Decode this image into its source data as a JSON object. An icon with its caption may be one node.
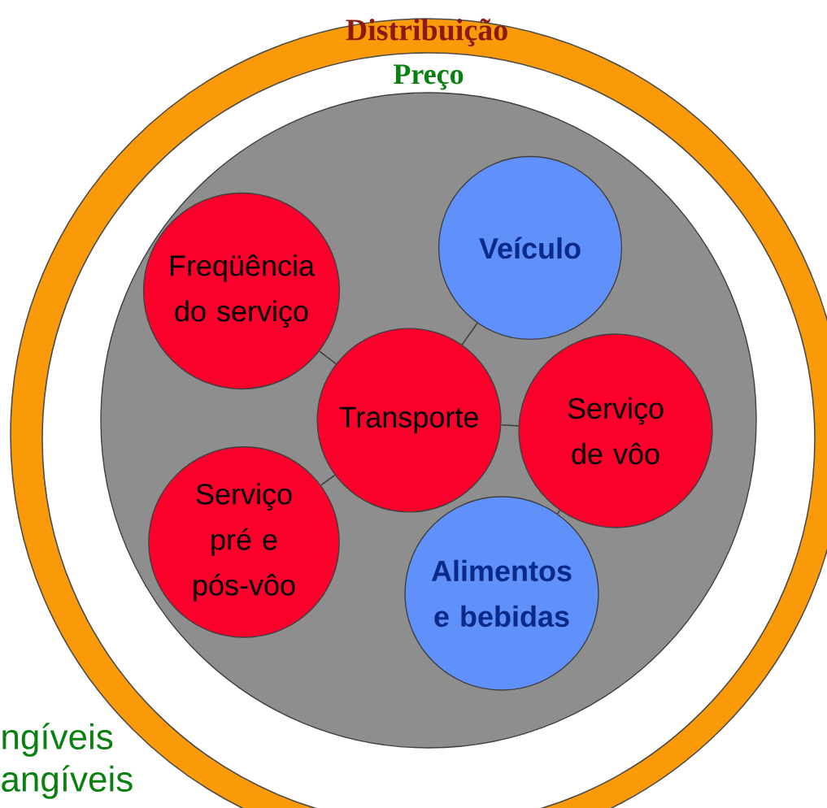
{
  "diagram": {
    "nodes": [
      {
        "text": [
          "Distribuição"
        ]
      },
      {
        "text": [
          "Preço"
        ],
        "in": 0
      },
      {
        "text": [],
        "shape": "circle",
        "in": 1
      },
      {
        "text": [
          "Freqüência do serviço"
        ],
        "in": 2
      },
      {
        "text": [
          "Veículo"
        ],
        "in": 2
      },
      {
        "text": [
          "Transporte"
        ],
        "in": 2
      },
      {
        "text": [
          "Serviço de vôo"
        ],
        "in": 2
      },
      {
        "text": [
          "Serviço pré e pós-vôo"
        ],
        "in": 2
      },
      {
        "text": [
          "Alimentos e bebidas"
        ],
        "in": 2
      }
    ],
    "edges": [
      {
        "from": 3,
        "to": 5,
        "arrow": "none"
      },
      {
        "from": 4,
        "to": 5,
        "arrow": "none"
      },
      {
        "from": 5,
        "to": 6,
        "arrow": "none"
      },
      {
        "from": 7,
        "to": 5,
        "arrow": "none"
      },
      {
        "from": 6,
        "to": 8,
        "arrow": "none"
      }
    ],
    "labels": [
      "ngíveis",
      "angíveis"
    ]
  }
}
